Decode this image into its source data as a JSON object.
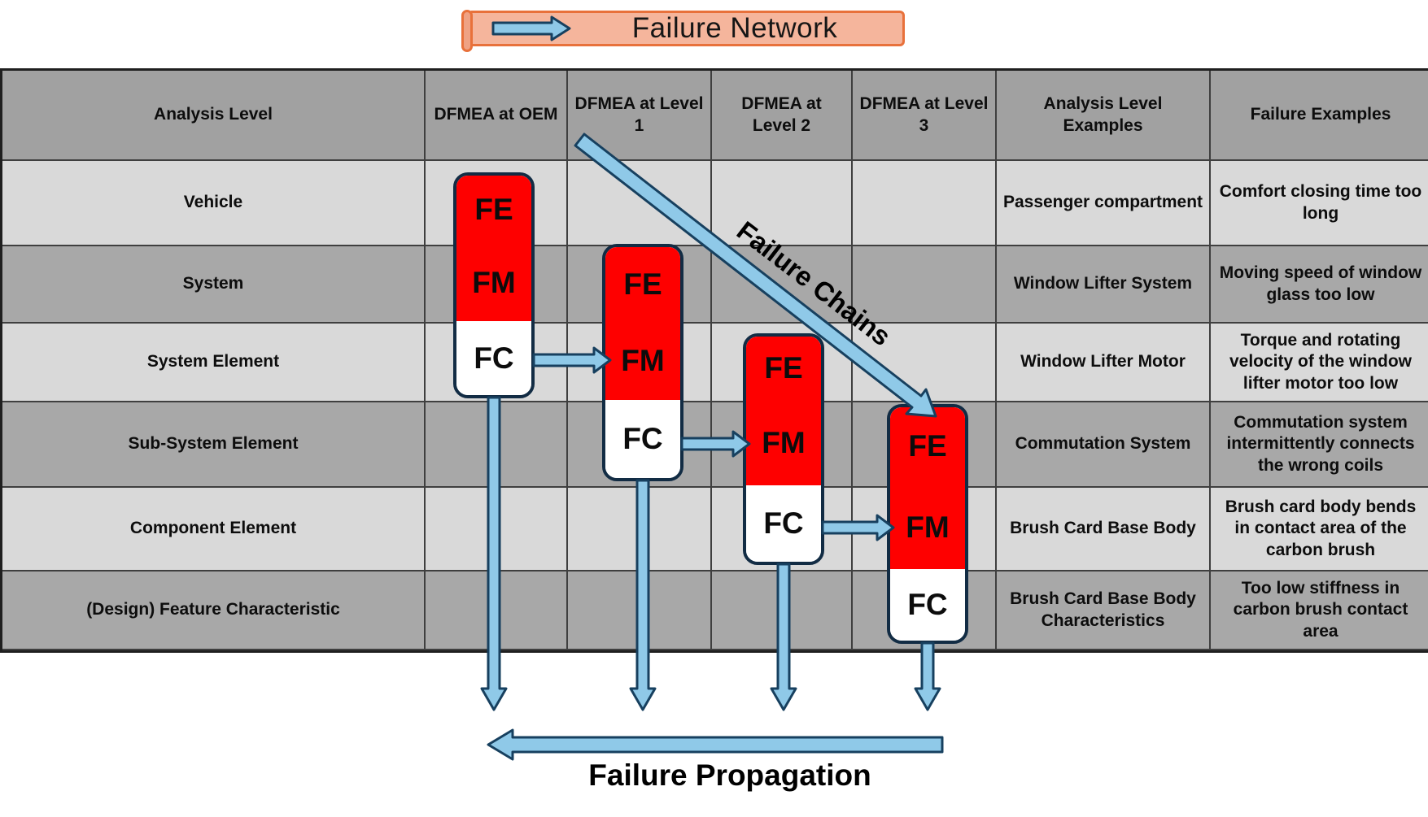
{
  "banner": {
    "label": "Failure Network"
  },
  "table": {
    "headers": [
      "Analysis Level",
      "DFMEA at OEM",
      "DFMEA at Level 1",
      "DFMEA at Level 2",
      "DFMEA at Level 3",
      "Analysis Level Examples",
      "Failure Examples"
    ],
    "rows": [
      {
        "label": "Vehicle",
        "example": "Passenger compartment",
        "failure": "Comfort closing time too long"
      },
      {
        "label": "System",
        "example": "Window Lifter System",
        "failure": "Moving speed of window glass too low"
      },
      {
        "label": "System Element",
        "example": "Window Lifter Motor",
        "failure": "Torque and rotating velocity of the window lifter motor too low"
      },
      {
        "label": "Sub-System Element",
        "example": "Commutation System",
        "failure": "Commutation system intermittently connects the wrong coils"
      },
      {
        "label": "Component Element",
        "example": "Brush Card Base Body",
        "failure": "Brush card body bends in contact area of the carbon brush"
      },
      {
        "label": "(Design) Feature Characteristic",
        "example": "Brush Card Base Body Characteristics",
        "failure": "Too low stiffness in carbon brush contact area"
      }
    ]
  },
  "pills": [
    {
      "column": "DFMEA at OEM",
      "fe": "FE",
      "fm": "FM",
      "fc": "FC"
    },
    {
      "column": "DFMEA at Level 1",
      "fe": "FE",
      "fm": "FM",
      "fc": "FC"
    },
    {
      "column": "DFMEA at Level 2",
      "fe": "FE",
      "fm": "FM",
      "fc": "FC"
    },
    {
      "column": "DFMEA at Level 3",
      "fe": "FE",
      "fm": "FM",
      "fc": "FC"
    }
  ],
  "annotations": {
    "failure_chains": "Failure Chains",
    "failure_propagation": "Failure Propagation"
  },
  "colors": {
    "red": "#fe0000",
    "pill_border": "#122c44",
    "arrow_fill": "#8fc9e8",
    "arrow_stroke": "#17405f",
    "banner_fill": "#f5b59c",
    "banner_border": "#e8713b",
    "row_light": "#d9d9d9",
    "row_dark": "#a8a8a8",
    "row_header": "#a1a1a1"
  }
}
